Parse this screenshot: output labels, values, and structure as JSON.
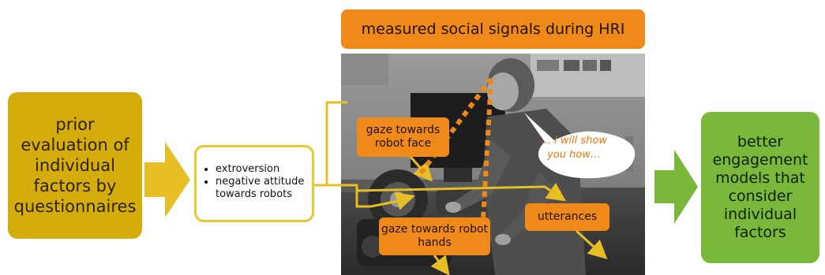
{
  "title": "measured social signals during HRI",
  "prior_box": {
    "text": "prior evaluation of individual factors by questionnaires"
  },
  "factors": {
    "items": [
      "extroversion",
      "negative attitude towards robots"
    ]
  },
  "photo": {
    "speech": "… i will show you how…",
    "labels": {
      "face": "gaze towards robot face",
      "hands": "gaze towards robot hands",
      "utterances": "utterances"
    }
  },
  "outcome_box": {
    "text": "better engagement models that consider individual factors"
  },
  "colors": {
    "prior": "#d4ad0c",
    "arrow_yellow": "#e8be25",
    "orange": "#ef8a1a",
    "green": "#7ab83c"
  }
}
